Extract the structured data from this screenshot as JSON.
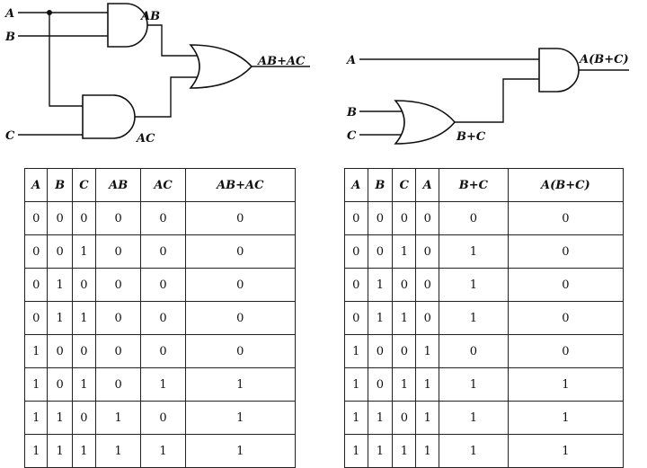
{
  "left_circuit": {
    "input_a": "A",
    "input_b": "B",
    "input_c": "C",
    "and_top_output": "AB",
    "and_bottom_output": "AC",
    "or_output": "AB+AC"
  },
  "right_circuit": {
    "input_a": "A",
    "input_b": "B",
    "input_c": "C",
    "or_output": "B+C",
    "and_output": "A(B+C)"
  },
  "table_left": {
    "headers": [
      "A",
      "B",
      "C",
      "AB",
      "AC",
      "AB+AC"
    ],
    "rows": [
      [
        "0",
        "0",
        "0",
        "0",
        "0",
        "0"
      ],
      [
        "0",
        "0",
        "1",
        "0",
        "0",
        "0"
      ],
      [
        "0",
        "1",
        "0",
        "0",
        "0",
        "0"
      ],
      [
        "0",
        "1",
        "1",
        "0",
        "0",
        "0"
      ],
      [
        "1",
        "0",
        "0",
        "0",
        "0",
        "0"
      ],
      [
        "1",
        "0",
        "1",
        "0",
        "1",
        "1"
      ],
      [
        "1",
        "1",
        "0",
        "1",
        "0",
        "1"
      ],
      [
        "1",
        "1",
        "1",
        "1",
        "1",
        "1"
      ]
    ]
  },
  "table_right": {
    "headers": [
      "A",
      "B",
      "C",
      "A",
      "B+C",
      "A(B+C)"
    ],
    "rows": [
      [
        "0",
        "0",
        "0",
        "0",
        "0",
        "0"
      ],
      [
        "0",
        "0",
        "1",
        "0",
        "1",
        "0"
      ],
      [
        "0",
        "1",
        "0",
        "0",
        "1",
        "0"
      ],
      [
        "0",
        "1",
        "1",
        "0",
        "1",
        "0"
      ],
      [
        "1",
        "0",
        "0",
        "1",
        "0",
        "0"
      ],
      [
        "1",
        "0",
        "1",
        "1",
        "1",
        "1"
      ],
      [
        "1",
        "1",
        "0",
        "1",
        "1",
        "1"
      ],
      [
        "1",
        "1",
        "1",
        "1",
        "1",
        "1"
      ]
    ]
  }
}
